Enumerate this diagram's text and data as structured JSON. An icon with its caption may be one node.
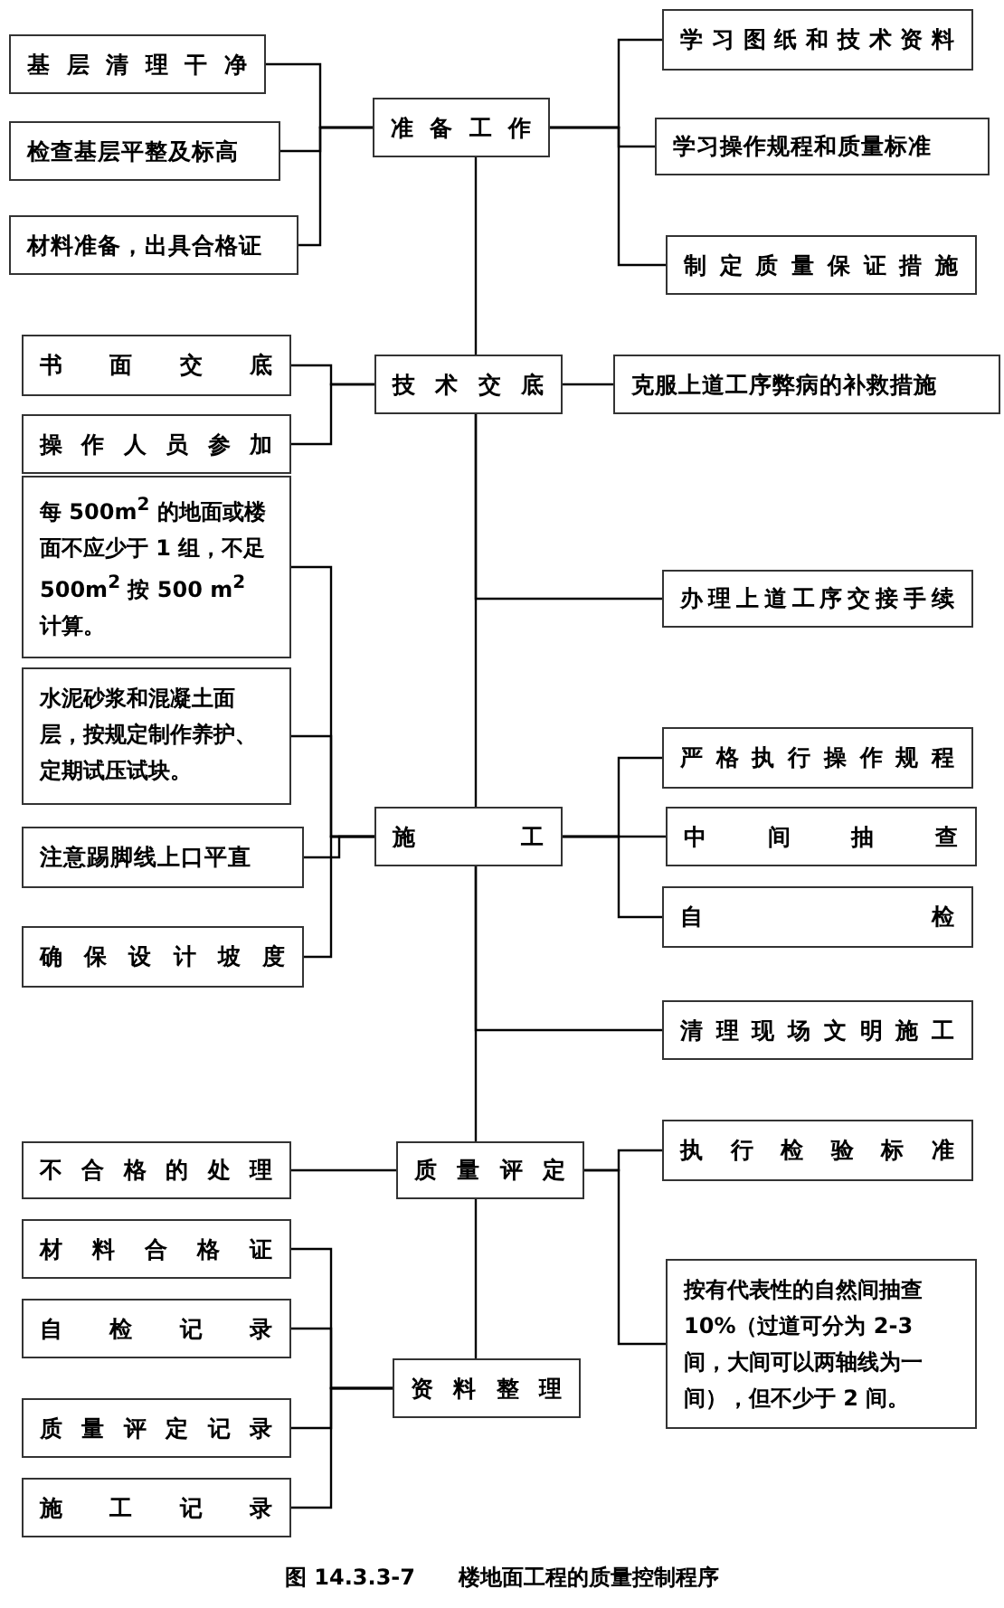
{
  "diagram": {
    "caption": "图 14.3.3-7　　楼地面工程的质量控制程序",
    "nodes": [
      {
        "text": [
          "基层清理干净"
        ]
      },
      {
        "text": [
          "检查基层平整及标高"
        ]
      },
      {
        "text": [
          "材料准备，出具合格证"
        ]
      },
      {
        "text": [
          "准备工作"
        ]
      },
      {
        "text": [
          "学习图纸和技术资料"
        ]
      },
      {
        "text": [
          "学习操作规程和质量标准"
        ]
      },
      {
        "text": [
          "制定质量保证措施"
        ]
      },
      {
        "text": [
          "书面交底"
        ]
      },
      {
        "text": [
          "操作人员参加"
        ]
      },
      {
        "text": [
          "技术交底"
        ]
      },
      {
        "text": [
          "克服上道工序弊病的补救措施"
        ]
      },
      {
        "text": [
          "每 500m$^{2}$ 的地面或楼面不应少于 1 组，不足500m$^{2}$ 按 500 m$^{2}$ 计算。"
        ]
      },
      {
        "text": [
          "办理上道工序交接手续"
        ]
      },
      {
        "text": [
          "水泥砂浆和混凝土面层，按规定制作养护、定期试压试块。"
        ]
      },
      {
        "text": [
          "施工"
        ]
      },
      {
        "text": [
          "严格执行操作规程"
        ]
      },
      {
        "text": [
          "中间抽查"
        ]
      },
      {
        "text": [
          "自检"
        ]
      },
      {
        "text": [
          "注意踢脚线上口平直"
        ]
      },
      {
        "text": [
          "确保设计坡度"
        ]
      },
      {
        "text": [
          "清理现场文明施工"
        ]
      },
      {
        "text": [
          "不合格的处理"
        ]
      },
      {
        "text": [
          "质量评定"
        ]
      },
      {
        "text": [
          "执行检验标准"
        ]
      },
      {
        "text": [
          "材料合格证"
        ]
      },
      {
        "text": [
          "自检记录"
        ]
      },
      {
        "text": [
          "按有代表性的自然间抽查10%（过道可分为 2-3 间，大间可以两轴线为一间），但不少于 2 间。"
        ]
      },
      {
        "text": [
          "资料整理"
        ]
      },
      {
        "text": [
          "质量评定记录"
        ]
      },
      {
        "text": [
          "施工记录"
        ]
      }
    ],
    "edges": [
      {
        "from": 0,
        "to": 3,
        "arrow": "none"
      },
      {
        "from": 1,
        "to": 3,
        "arrow": "none"
      },
      {
        "from": 2,
        "to": 3,
        "arrow": "none"
      },
      {
        "from": 3,
        "to": 4,
        "arrow": "none"
      },
      {
        "from": 3,
        "to": 5,
        "arrow": "none"
      },
      {
        "from": 3,
        "to": 6,
        "arrow": "none"
      },
      {
        "from": 3,
        "to": 9,
        "arrow": "none"
      },
      {
        "from": 7,
        "to": 9,
        "arrow": "none"
      },
      {
        "from": 8,
        "to": 9,
        "arrow": "none"
      },
      {
        "from": 9,
        "to": 10,
        "arrow": "none"
      },
      {
        "from": 9,
        "to": 14,
        "arrow": "none"
      },
      {
        "from": 9,
        "to": 12,
        "arrow": "none"
      },
      {
        "from": 11,
        "to": 14,
        "arrow": "none"
      },
      {
        "from": 13,
        "to": 14,
        "arrow": "none"
      },
      {
        "from": 18,
        "to": 14,
        "arrow": "none"
      },
      {
        "from": 19,
        "to": 14,
        "arrow": "none"
      },
      {
        "from": 14,
        "to": 15,
        "arrow": "none"
      },
      {
        "from": 14,
        "to": 16,
        "arrow": "none"
      },
      {
        "from": 14,
        "to": 17,
        "arrow": "none"
      },
      {
        "from": 14,
        "to": 22,
        "arrow": "none"
      },
      {
        "from": 14,
        "to": 20,
        "arrow": "none"
      },
      {
        "from": 21,
        "to": 22,
        "arrow": "none"
      },
      {
        "from": 22,
        "to": 23,
        "arrow": "none"
      },
      {
        "from": 22,
        "to": 26,
        "arrow": "none"
      },
      {
        "from": 22,
        "to": 27,
        "arrow": "none"
      },
      {
        "from": 24,
        "to": 27,
        "arrow": "none"
      },
      {
        "from": 25,
        "to": 27,
        "arrow": "none"
      },
      {
        "from": 28,
        "to": 27,
        "arrow": "none"
      },
      {
        "from": 29,
        "to": 27,
        "arrow": "none"
      }
    ]
  }
}
